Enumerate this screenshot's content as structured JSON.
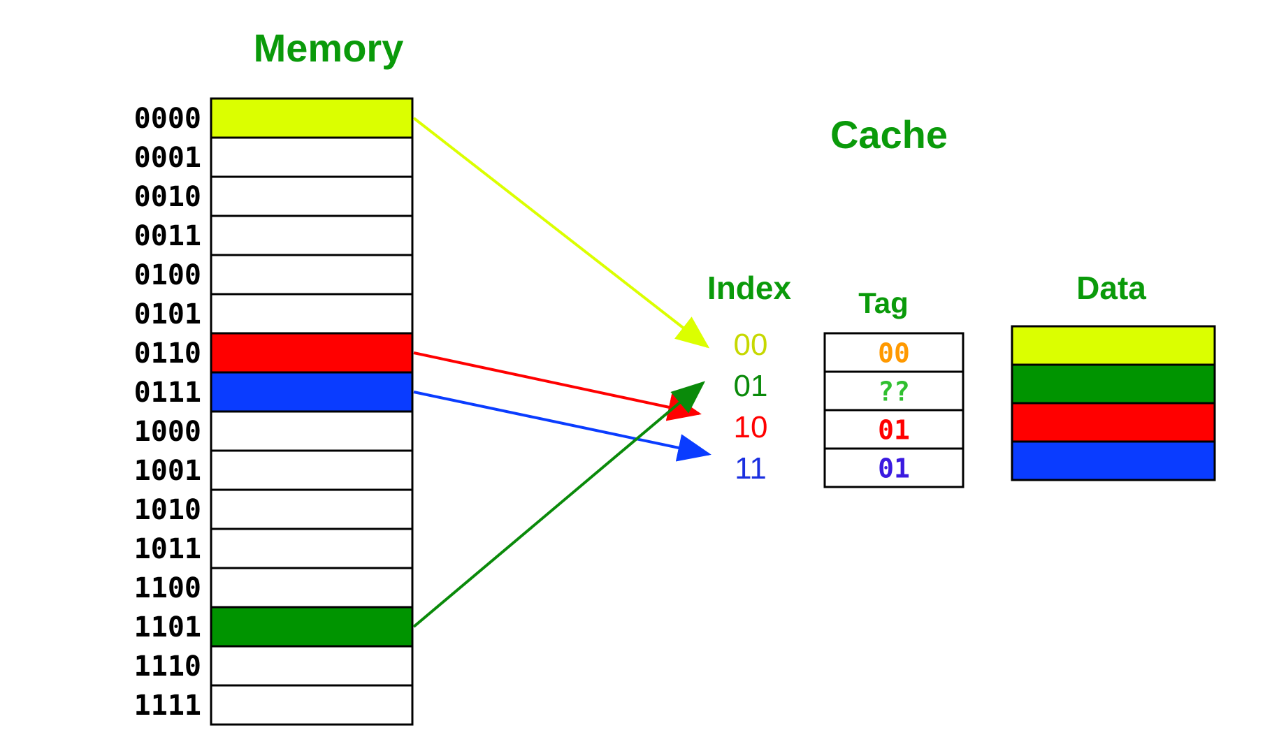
{
  "memory": {
    "title": "Memory",
    "addresses": [
      "0000",
      "0001",
      "0010",
      "0011",
      "0100",
      "0101",
      "0110",
      "0111",
      "1000",
      "1001",
      "1010",
      "1011",
      "1100",
      "1101",
      "1110",
      "1111"
    ],
    "highlights": [
      {
        "row": 0,
        "color": "#dbff00"
      },
      {
        "row": 6,
        "color": "#ff0000"
      },
      {
        "row": 7,
        "color": "#0a3cff"
      },
      {
        "row": 13,
        "color": "#009400"
      }
    ]
  },
  "cache": {
    "title": "Cache",
    "index_header": "Index",
    "tag_header": "Tag",
    "data_header": "Data",
    "indices": [
      {
        "label": "00",
        "color": "#c6d800"
      },
      {
        "label": "01",
        "color": "#0a8a0a"
      },
      {
        "label": "10",
        "color": "#ff0000"
      },
      {
        "label": "11",
        "color": "#1a2fe0"
      }
    ],
    "tags": [
      {
        "label": "00",
        "color": "#ff9900"
      },
      {
        "label": "??",
        "color": "#2fbf2f"
      },
      {
        "label": "01",
        "color": "#ff0000"
      },
      {
        "label": "01",
        "color": "#3a1ae0"
      }
    ],
    "data_colors": [
      "#dbff00",
      "#009400",
      "#ff0000",
      "#0a3cff"
    ]
  },
  "mappings": [
    {
      "from_row": 0,
      "to_index": 0,
      "color": "#dbff00"
    },
    {
      "from_row": 6,
      "to_index": 2,
      "color": "#ff0000"
    },
    {
      "from_row": 7,
      "to_index": 3,
      "color": "#0a3cff"
    },
    {
      "from_row": 13,
      "to_index": 1,
      "color": "#0a8a0a"
    }
  ]
}
